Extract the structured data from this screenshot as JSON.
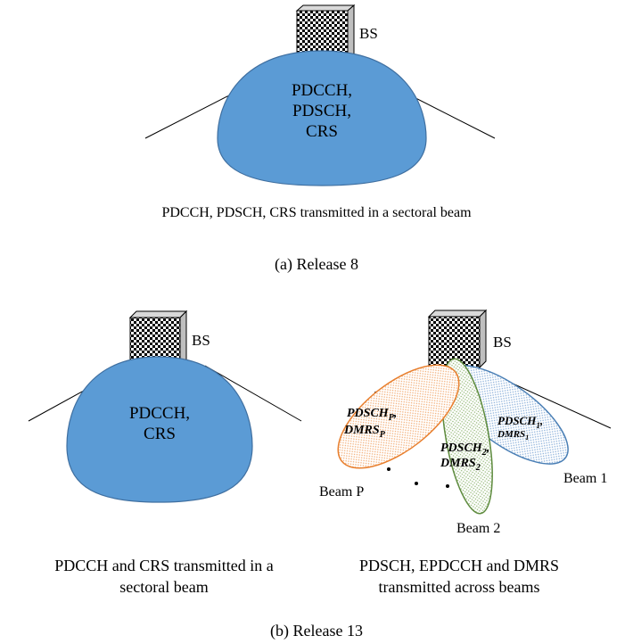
{
  "panel_a": {
    "bs_label": "BS",
    "coverage_lines": [
      "PDCCH,",
      "PDSCH,",
      "CRS"
    ],
    "description": "PDCCH, PDSCH, CRS transmitted in a sectoral beam",
    "caption": "(a) Release 8"
  },
  "panel_b": {
    "left": {
      "bs_label": "BS",
      "coverage_lines": [
        "PDCCH,",
        "CRS"
      ],
      "description_lines": [
        "PDCCH and CRS transmitted in a",
        "sectoral beam"
      ]
    },
    "right": {
      "bs_label": "BS",
      "beams": [
        {
          "label": "Beam P",
          "ch": "PDSCH",
          "ch_sub": "P",
          "rs": "DMRS",
          "rs_sub": "P",
          "color": "#E87F2E"
        },
        {
          "label": "Beam 2",
          "ch": "PDSCH",
          "ch_sub": "2",
          "rs": "DMRS",
          "rs_sub": "2",
          "color": "#5E8B3E"
        },
        {
          "label": "Beam 1",
          "ch": "PDSCH",
          "ch_sub": "1",
          "rs": "DMRS",
          "rs_sub": "1",
          "color": "#4A7FB5"
        }
      ],
      "description_lines": [
        "PDSCH, EPDCCH and DMRS",
        "transmitted across beams"
      ]
    },
    "caption": "(b) Release 13"
  },
  "colors": {
    "coverage_fill": "#5B9BD5",
    "coverage_stroke": "#3F6FA0",
    "beam_p": "#E87F2E",
    "beam_2": "#5E8B3E",
    "beam_1": "#4A7FB5"
  }
}
